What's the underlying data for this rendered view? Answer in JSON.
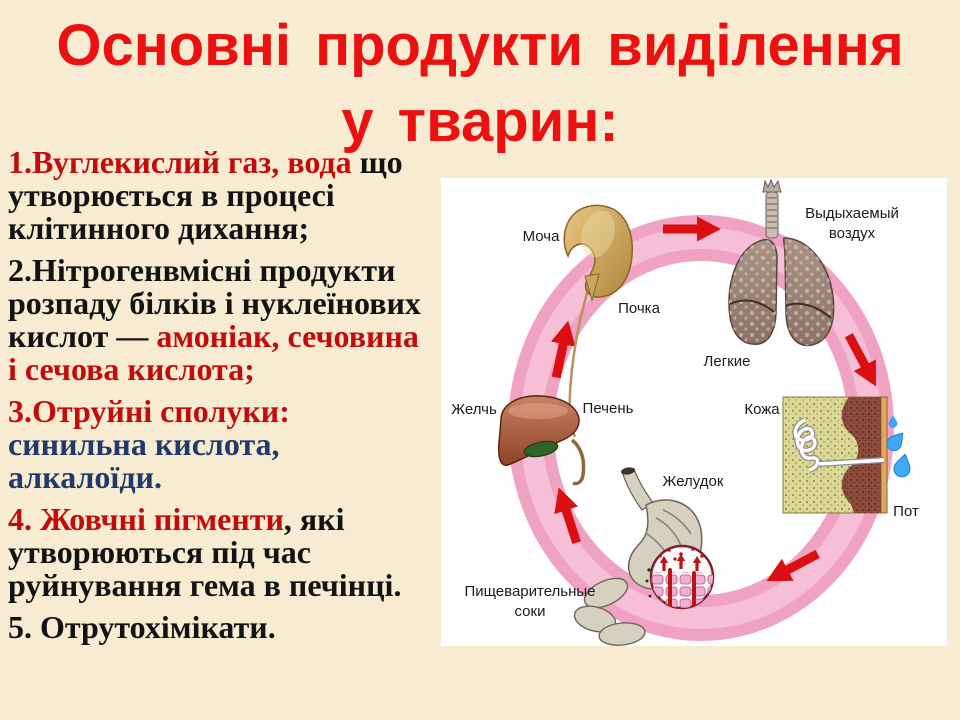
{
  "slide": {
    "title": {
      "line1": "Основні продукти виділення",
      "line2": "у тварин:"
    },
    "list": {
      "item1": {
        "lead": "1.Вуглекислий газ, вода ",
        "rest": "що утворюється в процесі клітинного дихання;"
      },
      "item2": {
        "lead": "2.Нітрогенвмісні продукти розпаду білків і нуклеїнових кислот — ",
        "rest": "амоніак, сечовина і сечова кислота;"
      },
      "item3": {
        "lead": "3.Отруйні сполуки: ",
        "rest": "синильна кислота, алкалоїди."
      },
      "item4": {
        "lead": "4. Жовчні пігменти",
        "rest": ", які утворюються під час руйнування гема в печінці."
      },
      "item5": {
        "lead": "5. Отрутохімікати."
      }
    }
  },
  "diagram": {
    "labels": {
      "urine": "Моча",
      "exhaled_air_line1": "Выдыхаемый",
      "exhaled_air_line2": "воздух",
      "kidney": "Почка",
      "lungs": "Легкие",
      "skin": "Кожа",
      "bile": "Желчь",
      "liver": "Печень",
      "stomach": "Желудок",
      "sweat": "Пот",
      "digestive_line1": "Пищеварительные",
      "digestive_line2": "соки"
    }
  },
  "colors": {
    "background": "#F7ECD1",
    "panel": "#FEFEFE",
    "title_red": "#EC1111",
    "list_red": "#C40B0B",
    "text_black": "#131313",
    "navy": "#213A6B",
    "ring_pink": "#F0A2C3",
    "ring_pink_light": "#F7C4D9",
    "arrow_red": "#DB0F0F",
    "label_dark": "#1B1B1B"
  }
}
